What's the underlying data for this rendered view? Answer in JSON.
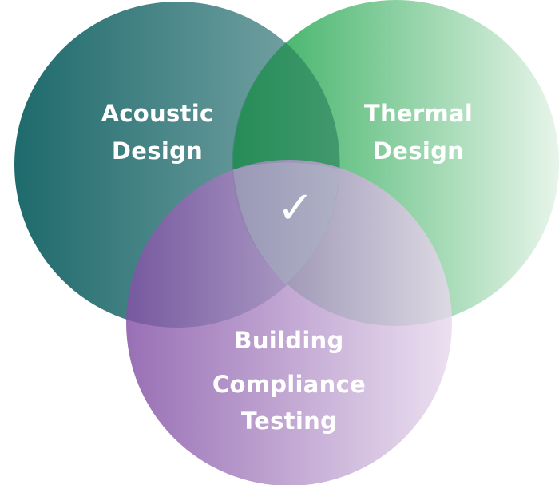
{
  "diagram": {
    "type": "venn",
    "circles": [
      {
        "id": "acoustic",
        "lines": [
          "Acoustic",
          "Design"
        ],
        "color_start": "#1e6a6c",
        "color_end": "#7fa9aa"
      },
      {
        "id": "thermal",
        "lines": [
          "Thermal",
          "Design"
        ],
        "color_start": "#12a042",
        "color_end": "#e4f3e7"
      },
      {
        "id": "building",
        "lines": [
          "Building",
          "Compliance",
          "Testing"
        ],
        "color_start": "#8250a5",
        "color_end": "#e7d9ed"
      }
    ],
    "center_symbol": "✓",
    "label_color": "#ffffff"
  }
}
